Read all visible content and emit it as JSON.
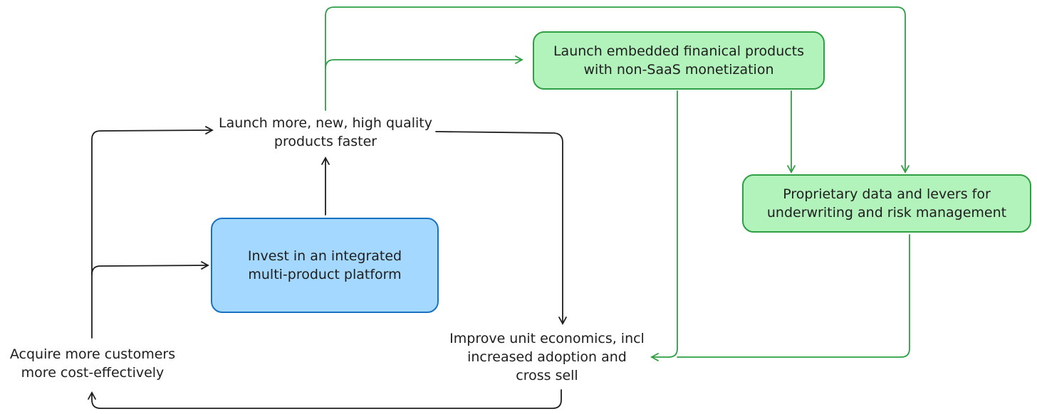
{
  "nodes": {
    "invest": {
      "label": "Invest in an integrated\nmulti-product platform",
      "fill": "#a5d8ff",
      "stroke": "#1971c2"
    },
    "launch_products": {
      "label": "Launch more, new, high quality\nproducts faster"
    },
    "improve_unit_economics": {
      "label": "Improve unit economics, incl\nincreased adoption and\ncross sell"
    },
    "acquire_customers": {
      "label": "Acquire more customers\nmore cost-effectively"
    },
    "embedded_financial": {
      "label": "Launch embedded finanical products\nwith non-SaaS monetization",
      "fill": "#b2f2bb",
      "stroke": "#2f9e44"
    },
    "proprietary_data": {
      "label": "Proprietary data and levers for\nunderwriting and risk management",
      "fill": "#b2f2bb",
      "stroke": "#2f9e44"
    }
  },
  "colors": {
    "black_arrow": "#1e1e1e",
    "green_arrow": "#2f9e44"
  }
}
